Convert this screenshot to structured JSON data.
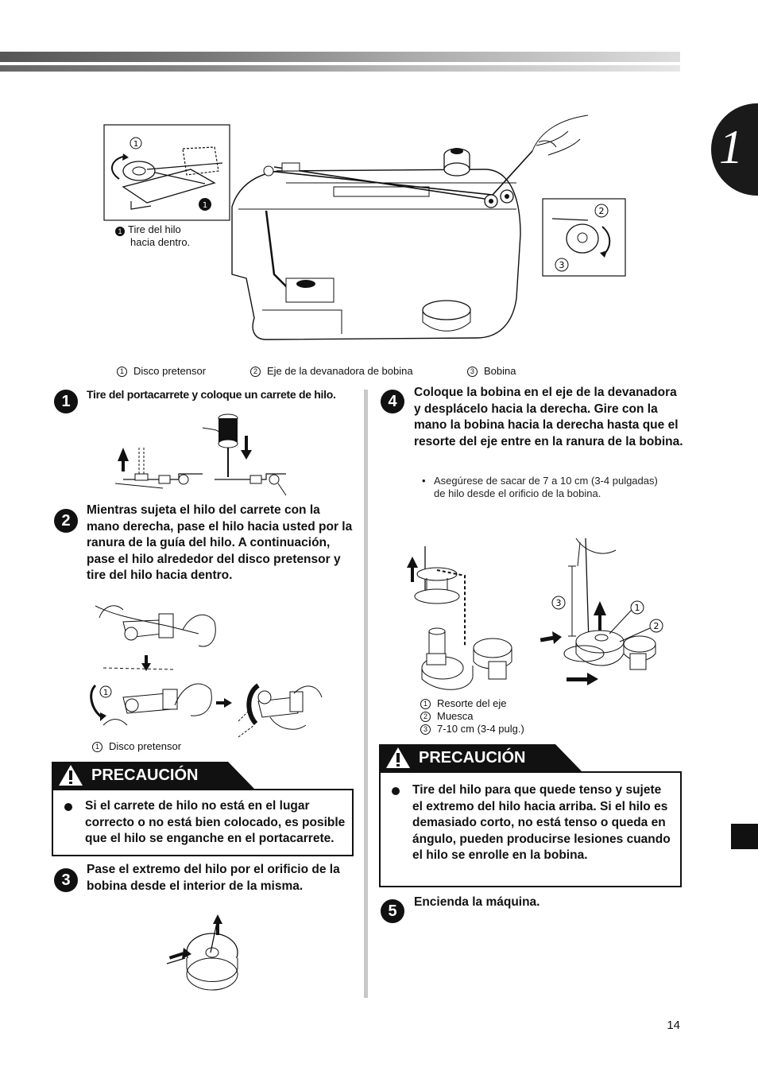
{
  "header": {
    "chapter_number": "1"
  },
  "top_figure": {
    "inset_marker_label": "Tire del hilo hacia dentro.",
    "inset_marker_label_line1": "Tire del hilo",
    "inset_marker_label_line2": "hacia dentro.",
    "callout_1": "1",
    "callout_2": "2",
    "callout_3": "3",
    "legend": [
      {
        "num": "1",
        "text": "Disco pretensor"
      },
      {
        "num": "2",
        "text": "Eje de la devanadora de bobina"
      },
      {
        "num": "3",
        "text": "Bobina"
      }
    ]
  },
  "steps": {
    "s1": {
      "num": "1",
      "text": "Tire del portacarrete y coloque un carrete de hilo."
    },
    "s2": {
      "num": "2",
      "text": "Mientras sujeta el hilo del carrete con la mano derecha, pase el hilo hacia usted por la ranura de la guía del hilo. A continuación, pase el hilo alrededor del disco pretensor y tire del hilo hacia dentro.",
      "figure_legend": {
        "num": "1",
        "text": "Disco pretensor"
      }
    },
    "s3": {
      "num": "3",
      "text": "Pase el extremo del hilo por el orificio de la bobina desde el interior de la misma."
    },
    "s4": {
      "num": "4",
      "text": "Coloque la bobina en el eje de la devanadora y desplácelo hacia la derecha. Gire con la mano la bobina hacia la derecha hasta que el resorte del eje entre en la ranura de la bobina.",
      "bullet": "Asegúrese de sacar de 7 a 10 cm (3-4 pulgadas) de hilo desde el orificio de la bobina.",
      "figure_legend": [
        {
          "num": "1",
          "text": "Resorte del eje"
        },
        {
          "num": "2",
          "text": "Muesca"
        },
        {
          "num": "3",
          "text": "7-10 cm (3-4 pulg.)"
        }
      ]
    },
    "s5": {
      "num": "5",
      "text": "Encienda la máquina."
    }
  },
  "cautions": {
    "left": {
      "title": "PRECAUCIÓN",
      "text": "Si el carrete de hilo no está en el lugar correcto o no está bien colocado, es posible que el hilo se enganche en el portacarrete."
    },
    "right": {
      "title": "PRECAUCIÓN",
      "text": "Tire del hilo para que quede tenso y sujete el extremo del hilo hacia arriba. Si el hilo es demasiado corto, no está tenso o queda en ángulo, pueden producirse lesiones cuando el hilo se enrolle en la bobina."
    }
  },
  "footer": {
    "page_number": "14"
  }
}
